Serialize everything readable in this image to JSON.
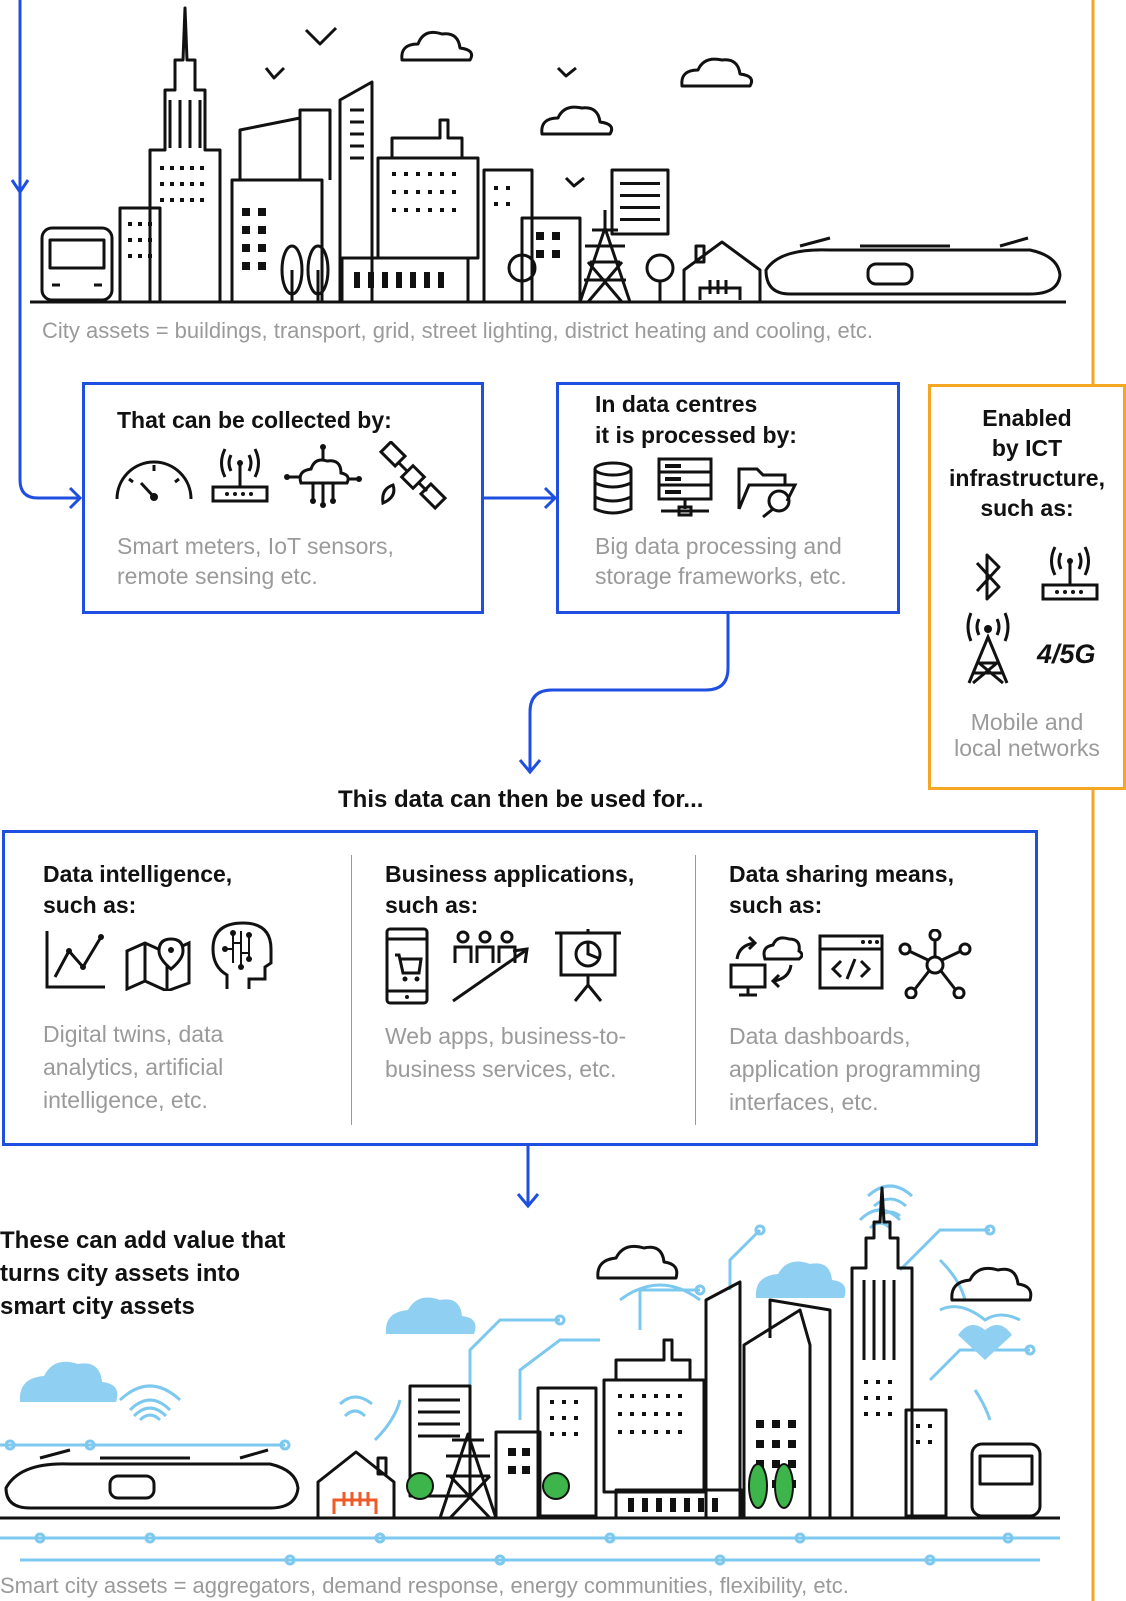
{
  "top_caption": "City assets = buildings, transport, grid, street lighting, district heating and cooling, etc.",
  "collected_box": {
    "title": "That can be collected by:",
    "description_line1": "Smart meters, IoT sensors,",
    "description_line2": "remote sensing etc.",
    "icons": [
      "smart-meter-gauge-icon",
      "iot-router-icon",
      "cloud-network-icon",
      "satellite-icon"
    ]
  },
  "processed_box": {
    "title_line1": "In data centres",
    "title_line2": "it is processed by:",
    "description_line1": "Big data processing and",
    "description_line2": "storage frameworks, etc.",
    "icons": [
      "database-icon",
      "server-icon",
      "folder-search-icon"
    ]
  },
  "ict_box": {
    "title_line1": "Enabled",
    "title_line2": "by ICT",
    "title_line3": "infrastructure,",
    "title_line4": "such as:",
    "network_label": "4/5G",
    "description_line1": "Mobile and",
    "description_line2": "local networks",
    "icons": [
      "bluetooth-icon",
      "wifi-router-icon",
      "cell-tower-icon"
    ]
  },
  "uses_heading": "This data can then be used for...",
  "columns": [
    {
      "title_line1": "Data intelligence,",
      "title_line2": "such as:",
      "desc_line1": "Digital twins, data",
      "desc_line2": "analytics, artificial",
      "desc_line3": "intelligence, etc."
    },
    {
      "title_line1": "Business applications,",
      "title_line2": "such as:",
      "desc_line1": "Web apps, business-to-",
      "desc_line2": "business services, etc.",
      "desc_line3": ""
    },
    {
      "title_line1": "Data sharing means,",
      "title_line2": "such as:",
      "desc_line1": "Data dashboards,",
      "desc_line2": "application programming",
      "desc_line3": "interfaces, etc."
    }
  ],
  "value_text_line1": "These can add value that",
  "value_text_line2": "turns city assets into",
  "value_text_line3": "smart city assets",
  "bottom_caption": "Smart city assets = aggregators, demand response, energy communities, flexibility, etc.",
  "colors": {
    "blue": "#1f4fe0",
    "orange": "#f5a623",
    "light_blue": "#7cc8ef",
    "grey_text": "#9a9a9a",
    "accent_red": "#f05a28",
    "green": "#3db54a"
  }
}
